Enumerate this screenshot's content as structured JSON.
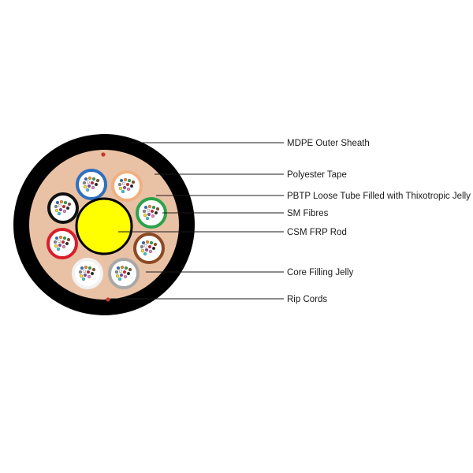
{
  "diagram": {
    "colors": {
      "outer_sheath": "#000000",
      "polyester_tape": "#e9c1a5",
      "central_rod": "#ffff00",
      "rip_cord": "#c0392b",
      "leader_line": "#1a1a1a",
      "label_text": "#1a1a1a"
    },
    "loose_tubes": [
      {
        "color_name": "blue",
        "color": "#2e6fc0"
      },
      {
        "color_name": "orange",
        "color": "#f0b080"
      },
      {
        "color_name": "green",
        "color": "#2aa34a"
      },
      {
        "color_name": "brown",
        "color": "#8b4a24"
      },
      {
        "color_name": "grey",
        "color": "#a8a8a8"
      },
      {
        "color_name": "white",
        "color": "#f2f2f2"
      },
      {
        "color_name": "red",
        "color": "#d81e2a"
      },
      {
        "color_name": "black",
        "color": "#111111"
      }
    ],
    "fibre_colors": [
      "#2e6fc0",
      "#f08a24",
      "#2aa34a",
      "#8b4a24",
      "#888888",
      "#ffffff",
      "#d81e2a",
      "#222222",
      "#f4e21a",
      "#8e44ad",
      "#e67ec2",
      "#37c6d0"
    ],
    "callouts": [
      {
        "id": "mdpe-outer-sheath",
        "label": "MDPE Outer Sheath"
      },
      {
        "id": "polyester-tape",
        "label": "Polyester Tape"
      },
      {
        "id": "pbtp-loose-tube",
        "label": "PBTP Loose Tube Filled with Thixotropic Jelly"
      },
      {
        "id": "sm-fibres",
        "label": "SM Fibres"
      },
      {
        "id": "csm-frp-rod",
        "label": "CSM FRP Rod"
      },
      {
        "id": "core-filling-jelly",
        "label": "Core Filling Jelly"
      },
      {
        "id": "rip-cords",
        "label": "Rip Cords"
      }
    ]
  }
}
